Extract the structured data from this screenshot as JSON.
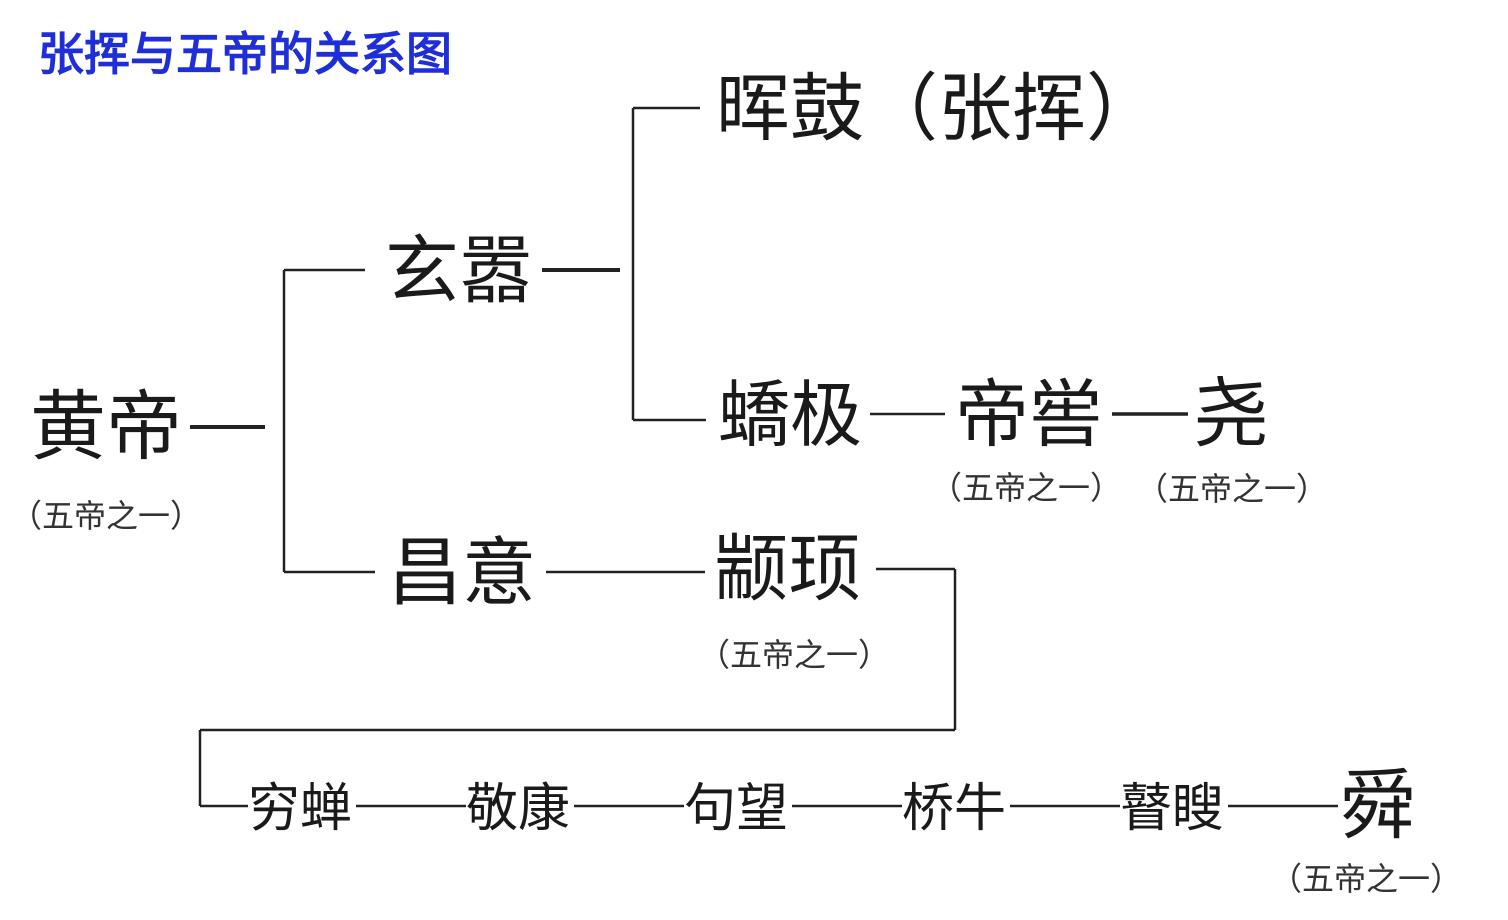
{
  "title": "张挥与五帝的关系图",
  "note_text": "（五帝之一）",
  "colors": {
    "title": "#1f2fd8",
    "text": "#1a1a1a",
    "line": "#222222",
    "background": "#ffffff"
  },
  "nodes": {
    "huangdi": "黄帝",
    "xuanxiao": "玄嚣",
    "changyi": "昌意",
    "huigu": "晖鼓（张挥）",
    "jiaoji": "蟜极",
    "diku": "帝喾",
    "yao": "尧",
    "zhuanxu": "颛顼",
    "qiongchan": "穷蝉",
    "jingkang": "敬康",
    "juwang": "句望",
    "qiaoniu": "桥牛",
    "gusou": "瞽瞍",
    "shun": "舜"
  },
  "emperor_nodes": [
    "huangdi",
    "diku",
    "yao",
    "zhuanxu",
    "shun"
  ]
}
